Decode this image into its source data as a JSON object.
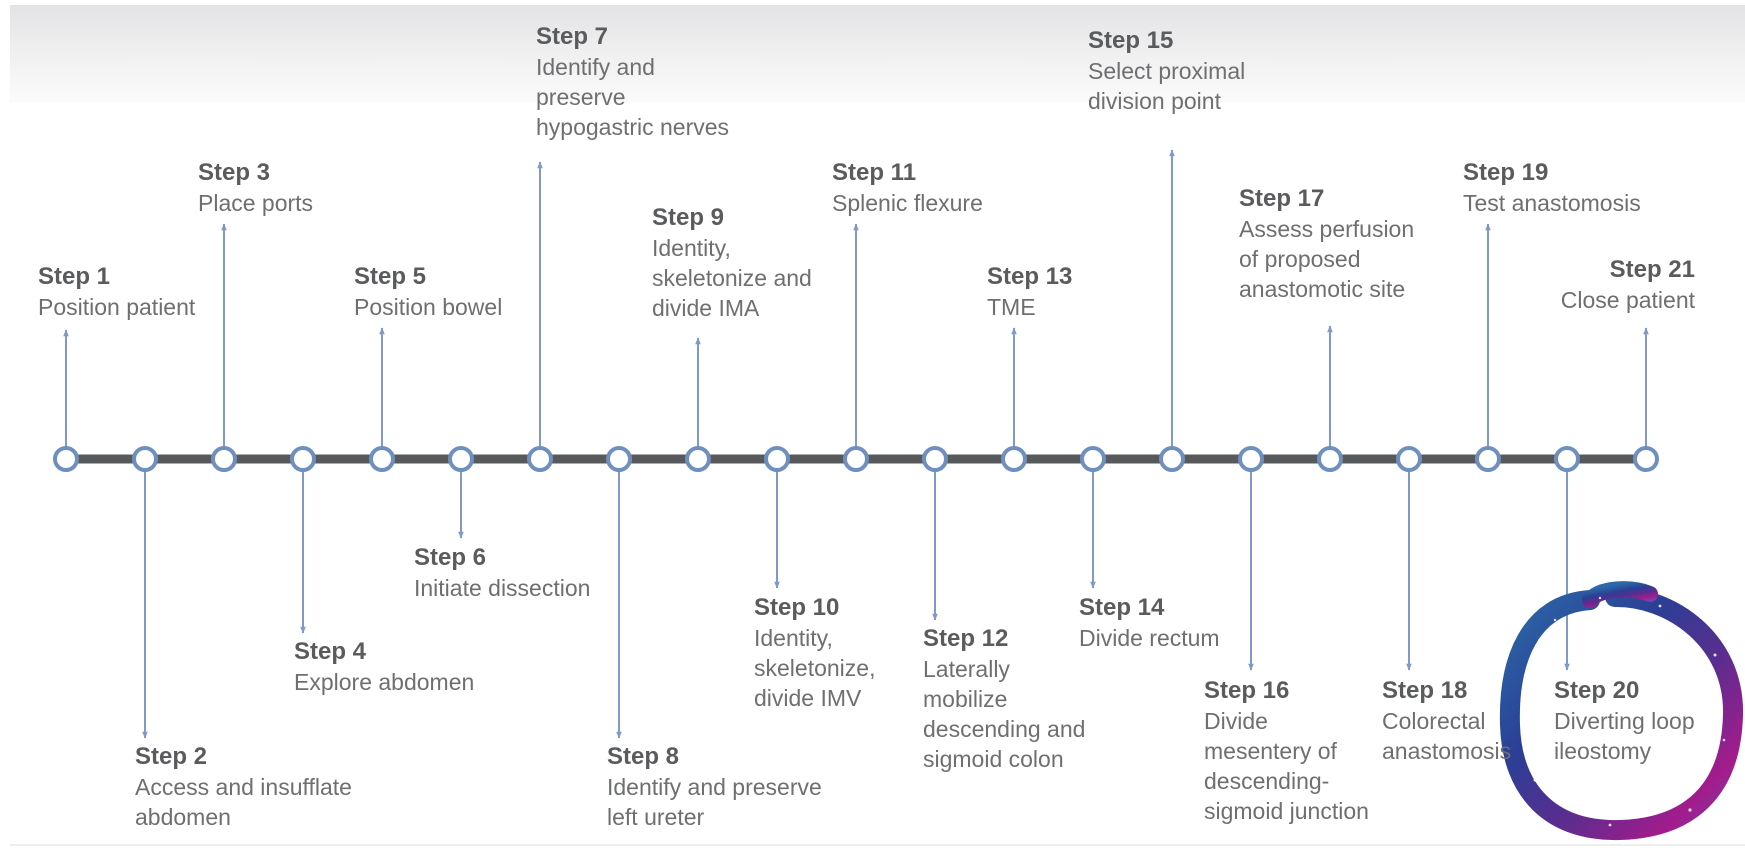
{
  "colors": {
    "timeline": "#58595b",
    "node_stroke": "#6f8fbf",
    "node_fill": "#ffffff",
    "connector": "#7f9ac7",
    "title_text": "#5a5b5d",
    "desc_text": "#6e6f71",
    "highlight_ring": [
      "#2b3f95",
      "#5a2d8f",
      "#a21c8c"
    ]
  },
  "steps": [
    {
      "title": "Step 1",
      "description": "Position patient"
    },
    {
      "title": "Step 2",
      "description": "Access and insufflate\nabdomen"
    },
    {
      "title": "Step 3",
      "description": "Place ports"
    },
    {
      "title": "Step 4",
      "description": "Explore abdomen"
    },
    {
      "title": "Step 5",
      "description": "Position bowel"
    },
    {
      "title": "Step 6",
      "description": "Initiate dissection"
    },
    {
      "title": "Step 7",
      "description": "Identify and\npreserve\nhypogastric nerves"
    },
    {
      "title": "Step 8",
      "description": "Identify and preserve\nleft ureter"
    },
    {
      "title": "Step 9",
      "description": "Identity,\nskeletonize and\ndivide IMA"
    },
    {
      "title": "Step 10",
      "description": "Identity,\nskeletonize,\ndivide IMV"
    },
    {
      "title": "Step 11",
      "description": "Splenic flexure"
    },
    {
      "title": "Step 12",
      "description": "Laterally\nmobilize\ndescending and\nsigmoid colon"
    },
    {
      "title": "Step 13",
      "description": "TME"
    },
    {
      "title": "Step 14",
      "description": "Divide rectum"
    },
    {
      "title": "Step 15",
      "description": "Select proximal\ndivision point"
    },
    {
      "title": "Step 16",
      "description": "Divide\nmesentery of\ndescending-\nsigmoid junction"
    },
    {
      "title": "Step 17",
      "description": "Assess perfusion\nof proposed\nanastomotic site"
    },
    {
      "title": "Step 18",
      "description": "Colorectal\nanastomosis"
    },
    {
      "title": "Step 19",
      "description": "Test anastomosis"
    },
    {
      "title": "Step 20",
      "description": "Diverting loop\nileostomy"
    },
    {
      "title": "Step 21",
      "description": "Close patient"
    }
  ],
  "highlighted_step": "Step 20"
}
